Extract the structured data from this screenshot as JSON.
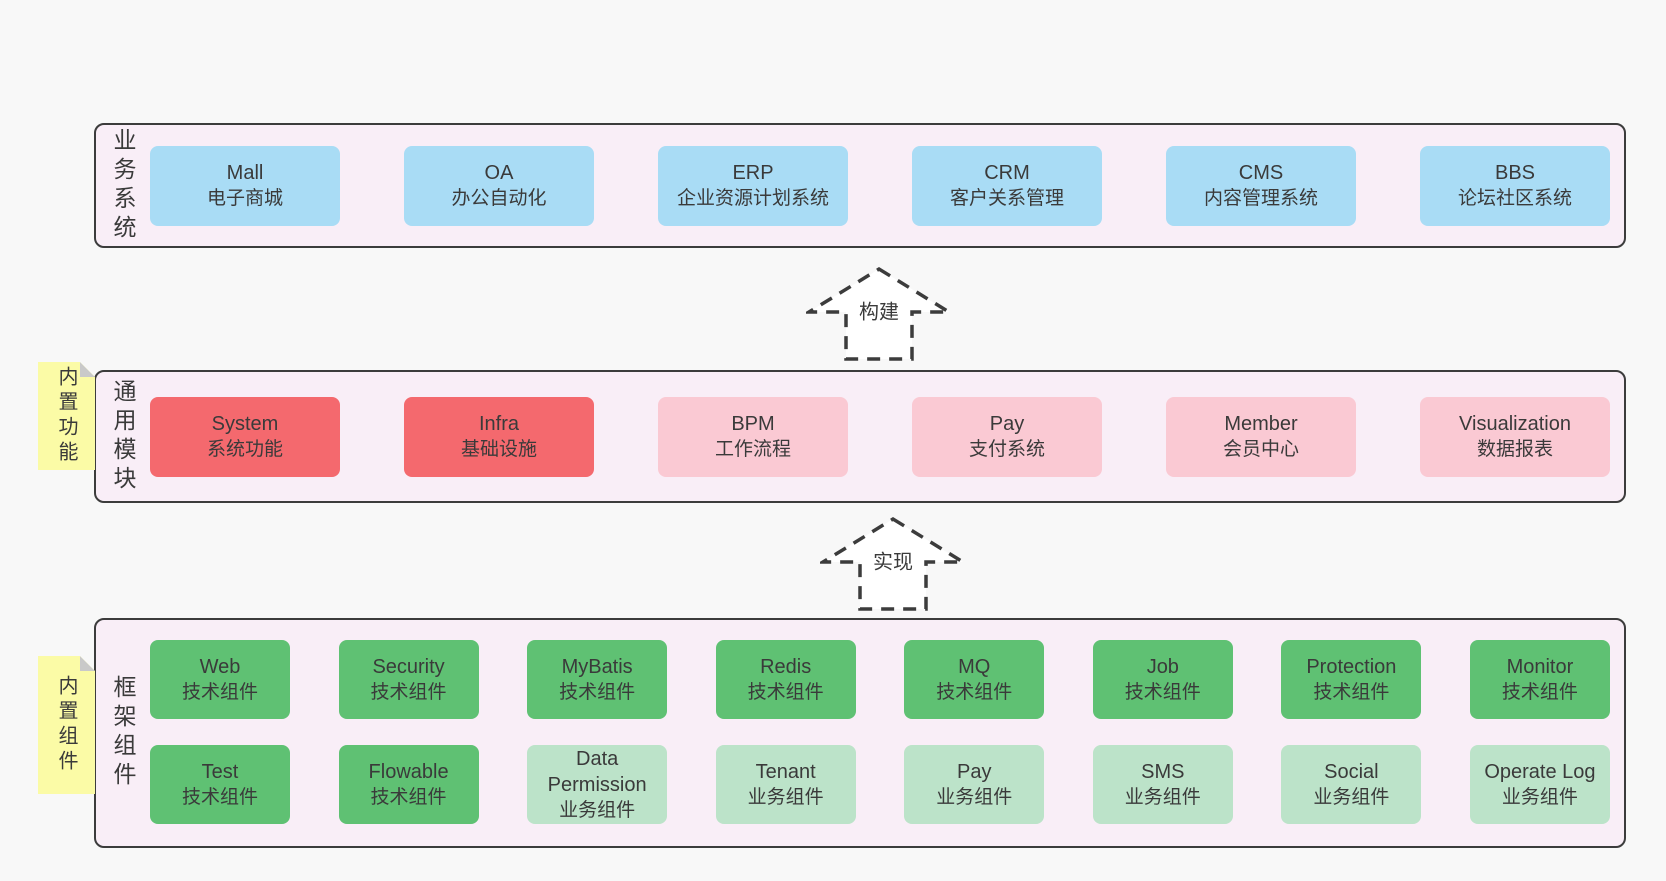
{
  "palette": {
    "page_bg": "#f8f8f8",
    "panel_bg": "#f9eef7",
    "panel_border": "#3c3c3c",
    "blue": "#a9dcf5",
    "red": "#f4696e",
    "pink": "#fac9d3",
    "green_dark": "#5fc173",
    "green_light": "#bce3c9",
    "note_bg": "#fbfba6",
    "note_fold": "#c9c9c9",
    "arrow_line": "#3c3c3c",
    "text": "#3a3a3a"
  },
  "arrows": [
    {
      "label": "构建"
    },
    {
      "label": "实现"
    }
  ],
  "layers": [
    {
      "title": "业务系统",
      "rows": [
        [
          {
            "title": "Mall",
            "subtitle": "电子商城"
          },
          {
            "title": "OA",
            "subtitle": "办公自动化"
          },
          {
            "title": "ERP",
            "subtitle": "企业资源计划系统"
          },
          {
            "title": "CRM",
            "subtitle": "客户关系管理"
          },
          {
            "title": "CMS",
            "subtitle": "内容管理系统"
          },
          {
            "title": "BBS",
            "subtitle": "论坛社区系统"
          }
        ]
      ]
    },
    {
      "title": "通用模块",
      "note": "内置功能",
      "rows": [
        [
          {
            "title": "System",
            "subtitle": "系统功能"
          },
          {
            "title": "Infra",
            "subtitle": "基础设施"
          },
          {
            "title": "BPM",
            "subtitle": "工作流程"
          },
          {
            "title": "Pay",
            "subtitle": "支付系统"
          },
          {
            "title": "Member",
            "subtitle": "会员中心"
          },
          {
            "title": "Visualization",
            "subtitle": "数据报表"
          }
        ]
      ]
    },
    {
      "title": "框架组件",
      "note": "内置组件",
      "rows": [
        [
          {
            "title": "Web",
            "subtitle": "技术组件"
          },
          {
            "title": "Security",
            "subtitle": "技术组件"
          },
          {
            "title": "MyBatis",
            "subtitle": "技术组件"
          },
          {
            "title": "Redis",
            "subtitle": "技术组件"
          },
          {
            "title": "MQ",
            "subtitle": "技术组件"
          },
          {
            "title": "Job",
            "subtitle": "技术组件"
          },
          {
            "title": "Protection",
            "subtitle": "技术组件"
          },
          {
            "title": "Monitor",
            "subtitle": "技术组件"
          }
        ],
        [
          {
            "title": "Test",
            "subtitle": "技术组件"
          },
          {
            "title": "Flowable",
            "subtitle": "技术组件"
          },
          {
            "title": "Data Permission",
            "subtitle": "业务组件"
          },
          {
            "title": "Tenant",
            "subtitle": "业务组件"
          },
          {
            "title": "Pay",
            "subtitle": "业务组件"
          },
          {
            "title": "SMS",
            "subtitle": "业务组件"
          },
          {
            "title": "Social",
            "subtitle": "业务组件"
          },
          {
            "title": "Operate Log",
            "subtitle": "业务组件"
          }
        ]
      ]
    }
  ]
}
